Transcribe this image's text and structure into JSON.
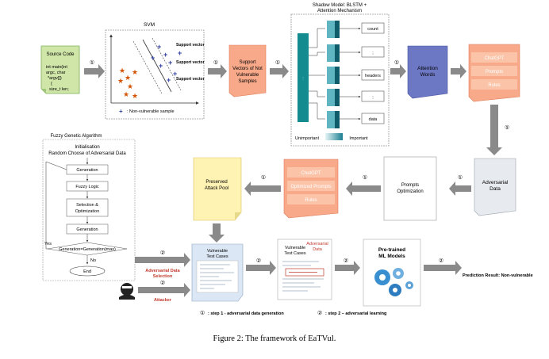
{
  "diagram": {
    "svm": {
      "title": "SVM",
      "support_vector_labels": [
        "Support vector",
        "Support vector",
        "Support vector"
      ],
      "legend": ": Non-vulnerable sample"
    },
    "source_code": {
      "title": "Source Code",
      "lines": [
        "int main(int",
        "argc, char",
        "*argv[])",
        "{",
        "size_t len;"
      ]
    },
    "support_vectors_box": {
      "lines": [
        "Support",
        "Vectors of Not",
        "Vulnerable",
        "Samples"
      ]
    },
    "shadow_model": {
      "title_lines": [
        "Shadow Model: BLSTM +",
        "Attention Mechanism"
      ],
      "outputs": [
        "count",
        ";",
        "headers",
        ";",
        "data"
      ],
      "scale_left": "Unimportant",
      "scale_right": "Important"
    },
    "attention_words": {
      "lines": [
        "Attention",
        "Words"
      ]
    },
    "chatgpt_top": {
      "items": [
        "ChatGPT",
        "Prompts",
        "Rules"
      ]
    },
    "adversarial_data_right": {
      "lines": [
        "Adversarial",
        "Data"
      ]
    },
    "prompts_optimization": {
      "lines": [
        "Prompts",
        "Optimization"
      ]
    },
    "chatgpt_mid": {
      "items": [
        "ChatGPT",
        "Optimized Prompts",
        "Rules"
      ]
    },
    "preserved_pool": {
      "lines": [
        "Preserved",
        "Attack Pool"
      ]
    },
    "fuzzy": {
      "title": "Fuzzy Genetic Algorithm",
      "init_lines": [
        "Initialisation",
        "Random Choose of Adversarial Data"
      ],
      "steps": [
        "Generation",
        "Fuzzy Logic",
        "Selection &",
        "Optimization",
        "Generation"
      ],
      "yes": "Yes",
      "condition": "Generation=Generation(max)",
      "no": "No",
      "end": "End"
    },
    "vulnerable_tests_1": {
      "lines": [
        "Vulnerable",
        "Test Cases"
      ]
    },
    "vulnerable_tests_2": {
      "lines": [
        "Vulnerable",
        "Test Cases"
      ],
      "tag_lines": [
        "Adversarial",
        "Data"
      ]
    },
    "ml_models": {
      "lines": [
        "Pre-trained",
        "ML Models"
      ]
    },
    "adv_selection": {
      "lines": [
        "Adversarial Data",
        "Selection"
      ]
    },
    "attacker": "Attacker",
    "prediction": "Prediction Result: Non-vulnerable",
    "step_markers": {
      "one": "①",
      "two": "②"
    },
    "legend": {
      "step1": ": step 1 - adversarial data generation",
      "step2": ": step 2 – adversarial learning"
    },
    "colors": {
      "accent_blue": "#6d78c4",
      "orange": "#f7a98a",
      "note_green": "#cfe6a8",
      "note_yellow": "#fff3b3",
      "light_blue": "#dce7f5",
      "arrow_gray": "#8a8a8a",
      "red_text": "#c0392b"
    }
  },
  "caption": "Figure 2: The framework of EaTVul."
}
